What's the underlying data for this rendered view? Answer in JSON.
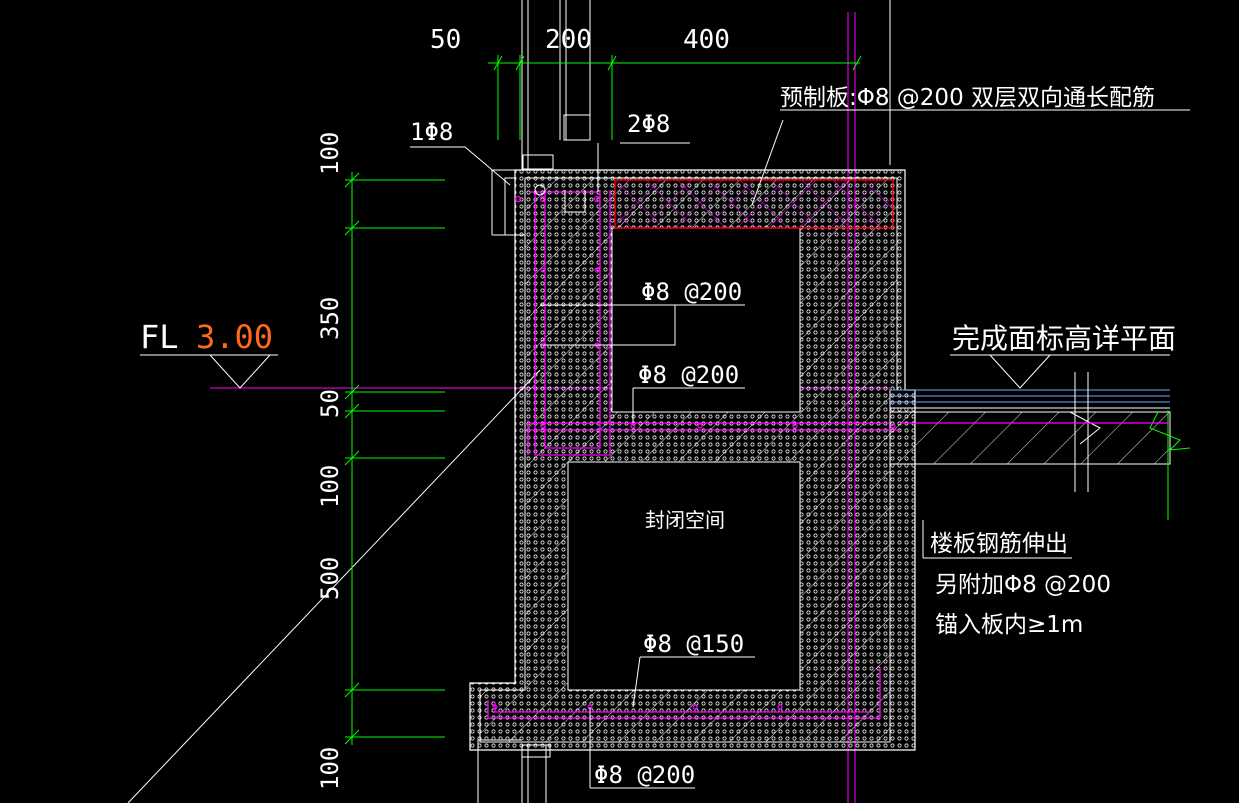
{
  "colors": {
    "background": "#000000",
    "outline": "#ffffff",
    "rebar": "#ff00ff",
    "dimension": "#00ff00",
    "precast": "#ff0000",
    "text": "#ffffff",
    "level_value": "#ff6a1a",
    "finish_layers": "#6aa8ff"
  },
  "dims_top": [
    "50",
    "200",
    "400"
  ],
  "dims_left": [
    "100",
    "350",
    "50",
    "100",
    "500",
    "100"
  ],
  "level": {
    "prefix": "FL",
    "value": "3.00"
  },
  "labels": {
    "precast_slab": "预制板:Φ8 @200 双层双向通长配筋",
    "rebar_1phi8": "1Φ8",
    "rebar_2phi8": "2Φ8",
    "rebar_phi8_200_a": "Φ8 @200",
    "rebar_phi8_200_b": "Φ8 @200",
    "finish_plane": "完成面标高详平面",
    "enclosed_space": "封闭空间",
    "slab_rebar_extend": "楼板钢筋伸出",
    "extra_rebar": "另附加Φ8 @200",
    "anchor": "锚入板内≥1m",
    "rebar_phi8_150": "Φ8 @150",
    "rebar_phi8_200_bottom": "Φ8 @200"
  }
}
